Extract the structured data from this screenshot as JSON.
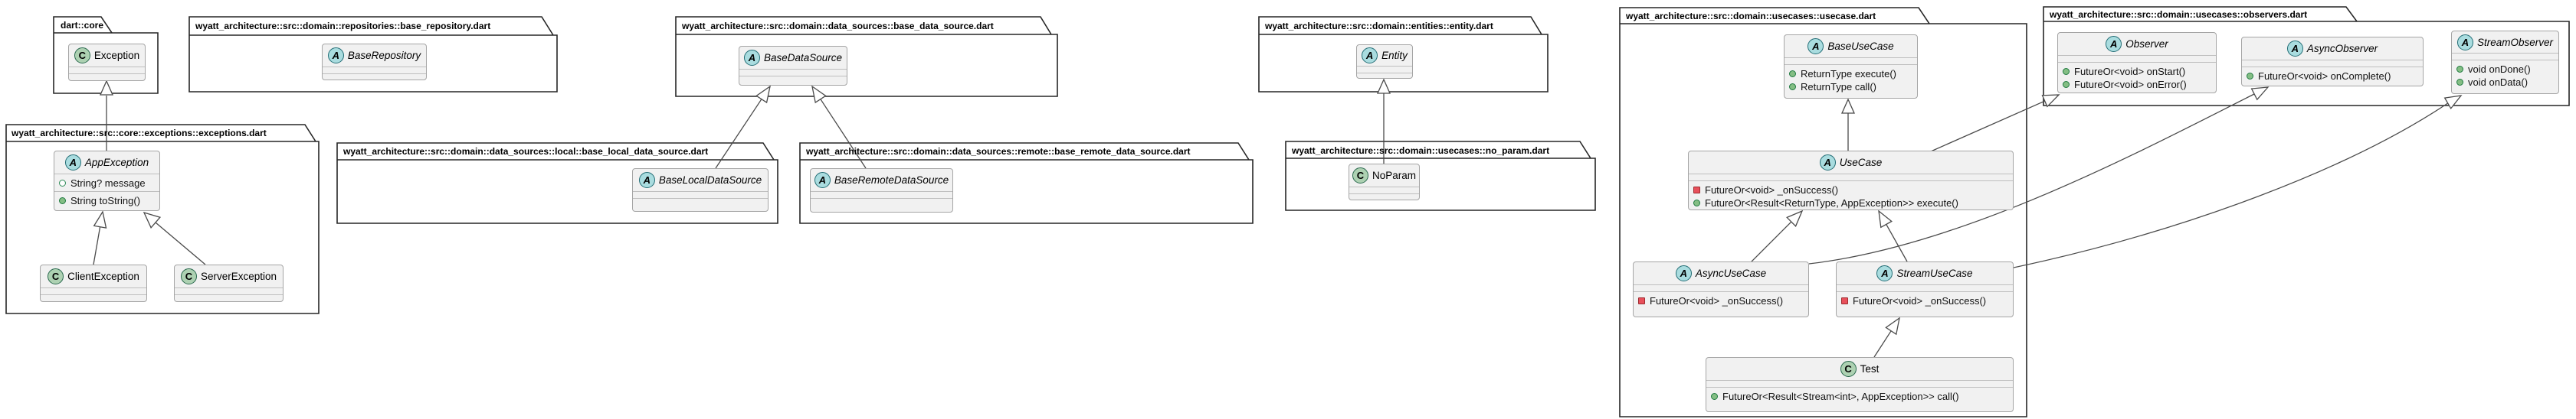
{
  "diagram": {
    "packages": [
      {
        "id": "dart_core",
        "title": "dart::core"
      },
      {
        "id": "base_repository_dart",
        "title": "wyatt_architecture::src::domain::repositories::base_repository.dart"
      },
      {
        "id": "base_data_source_dart",
        "title": "wyatt_architecture::src::domain::data_sources::base_data_source.dart"
      },
      {
        "id": "entity_dart",
        "title": "wyatt_architecture::src::domain::entities::entity.dart"
      },
      {
        "id": "usecase_dart",
        "title": "wyatt_architecture::src::domain::usecases::usecase.dart"
      },
      {
        "id": "observers_dart",
        "title": "wyatt_architecture::src::domain::usecases::observers.dart"
      },
      {
        "id": "exceptions_dart",
        "title": "wyatt_architecture::src::core::exceptions::exceptions.dart"
      },
      {
        "id": "base_local_data_source_dart",
        "title": "wyatt_architecture::src::domain::data_sources::local::base_local_data_source.dart"
      },
      {
        "id": "base_remote_data_source_dart",
        "title": "wyatt_architecture::src::domain::data_sources::remote::base_remote_data_source.dart"
      },
      {
        "id": "no_param_dart",
        "title": "wyatt_architecture::src::domain::usecases::no_param.dart"
      }
    ],
    "classes": [
      {
        "id": "exception",
        "name": "Exception",
        "icon_letter": "C",
        "stereotype": "class",
        "members": []
      },
      {
        "id": "app_exception",
        "name": "AppException",
        "icon_letter": "A",
        "stereotype": "abstract",
        "members": [
          {
            "visibility": "field",
            "text": "String? message"
          },
          {
            "visibility": "public-method",
            "text": "String toString()"
          }
        ]
      },
      {
        "id": "client_exception",
        "name": "ClientException",
        "icon_letter": "C",
        "stereotype": "class",
        "members": []
      },
      {
        "id": "server_exception",
        "name": "ServerException",
        "icon_letter": "C",
        "stereotype": "class",
        "members": []
      },
      {
        "id": "base_repository",
        "name": "BaseRepository",
        "icon_letter": "A",
        "stereotype": "abstract",
        "members": []
      },
      {
        "id": "base_data_source",
        "name": "BaseDataSource",
        "icon_letter": "A",
        "stereotype": "abstract",
        "members": []
      },
      {
        "id": "base_local_data_source",
        "name": "BaseLocalDataSource",
        "icon_letter": "A",
        "stereotype": "abstract",
        "members": []
      },
      {
        "id": "base_remote_data_source",
        "name": "BaseRemoteDataSource",
        "icon_letter": "A",
        "stereotype": "abstract",
        "members": []
      },
      {
        "id": "entity",
        "name": "Entity",
        "icon_letter": "A",
        "stereotype": "abstract",
        "members": []
      },
      {
        "id": "no_param",
        "name": "NoParam",
        "icon_letter": "C",
        "stereotype": "class",
        "members": []
      },
      {
        "id": "base_use_case",
        "name": "BaseUseCase",
        "icon_letter": "A",
        "stereotype": "abstract",
        "members": [
          {
            "visibility": "public-method",
            "text": "ReturnType execute()"
          },
          {
            "visibility": "public-method",
            "text": "ReturnType call()"
          }
        ]
      },
      {
        "id": "use_case",
        "name": "UseCase",
        "icon_letter": "A",
        "stereotype": "abstract",
        "members": [
          {
            "visibility": "private-method",
            "text": "FutureOr<void> _onSuccess()"
          },
          {
            "visibility": "public-method",
            "text": "FutureOr<Result<ReturnType, AppException>> execute()"
          }
        ]
      },
      {
        "id": "async_use_case",
        "name": "AsyncUseCase",
        "icon_letter": "A",
        "stereotype": "abstract",
        "members": [
          {
            "visibility": "private-method",
            "text": "FutureOr<void> _onSuccess()"
          }
        ]
      },
      {
        "id": "stream_use_case",
        "name": "StreamUseCase",
        "icon_letter": "A",
        "stereotype": "abstract",
        "members": [
          {
            "visibility": "private-method",
            "text": "FutureOr<void> _onSuccess()"
          }
        ]
      },
      {
        "id": "test",
        "name": "Test",
        "icon_letter": "C",
        "stereotype": "class",
        "members": [
          {
            "visibility": "public-method",
            "text": "FutureOr<Result<Stream<int>, AppException>> call()"
          }
        ]
      },
      {
        "id": "observer",
        "name": "Observer",
        "icon_letter": "A",
        "stereotype": "abstract",
        "members": [
          {
            "visibility": "public-method",
            "text": "FutureOr<void> onStart()"
          },
          {
            "visibility": "public-method",
            "text": "FutureOr<void> onError()"
          }
        ]
      },
      {
        "id": "async_observer",
        "name": "AsyncObserver",
        "icon_letter": "A",
        "stereotype": "abstract",
        "members": [
          {
            "visibility": "public-method",
            "text": "FutureOr<void> onComplete()"
          }
        ]
      },
      {
        "id": "stream_observer",
        "name": "StreamObserver",
        "icon_letter": "A",
        "stereotype": "abstract",
        "members": [
          {
            "visibility": "public-method",
            "text": "void onDone()"
          },
          {
            "visibility": "public-method",
            "text": "void onData()"
          }
        ]
      }
    ],
    "relationships": [
      {
        "from": "AppException",
        "to": "Exception",
        "type": "inheritance"
      },
      {
        "from": "ClientException",
        "to": "AppException",
        "type": "inheritance"
      },
      {
        "from": "ServerException",
        "to": "AppException",
        "type": "inheritance"
      },
      {
        "from": "BaseLocalDataSource",
        "to": "BaseDataSource",
        "type": "inheritance"
      },
      {
        "from": "BaseRemoteDataSource",
        "to": "BaseDataSource",
        "type": "inheritance"
      },
      {
        "from": "NoParam",
        "to": "Entity",
        "type": "inheritance"
      },
      {
        "from": "UseCase",
        "to": "BaseUseCase",
        "type": "inheritance"
      },
      {
        "from": "AsyncUseCase",
        "to": "UseCase",
        "type": "inheritance"
      },
      {
        "from": "StreamUseCase",
        "to": "UseCase",
        "type": "inheritance"
      },
      {
        "from": "Test",
        "to": "StreamUseCase",
        "type": "inheritance"
      },
      {
        "from": "UseCase",
        "to": "Observer",
        "type": "inheritance"
      },
      {
        "from": "AsyncUseCase",
        "to": "AsyncObserver",
        "type": "inheritance"
      },
      {
        "from": "StreamUseCase",
        "to": "StreamObserver",
        "type": "inheritance"
      }
    ],
    "colors": {
      "class_icon_bg": "#ADD1B2",
      "abstract_icon_bg": "#A9DCDF",
      "box_bg": "#F1F1F1",
      "public_method_icon": "#84BE84",
      "private_method_icon": "#E8505B",
      "field_icon_outline": "#2E8B57",
      "package_border": "#262626"
    }
  }
}
